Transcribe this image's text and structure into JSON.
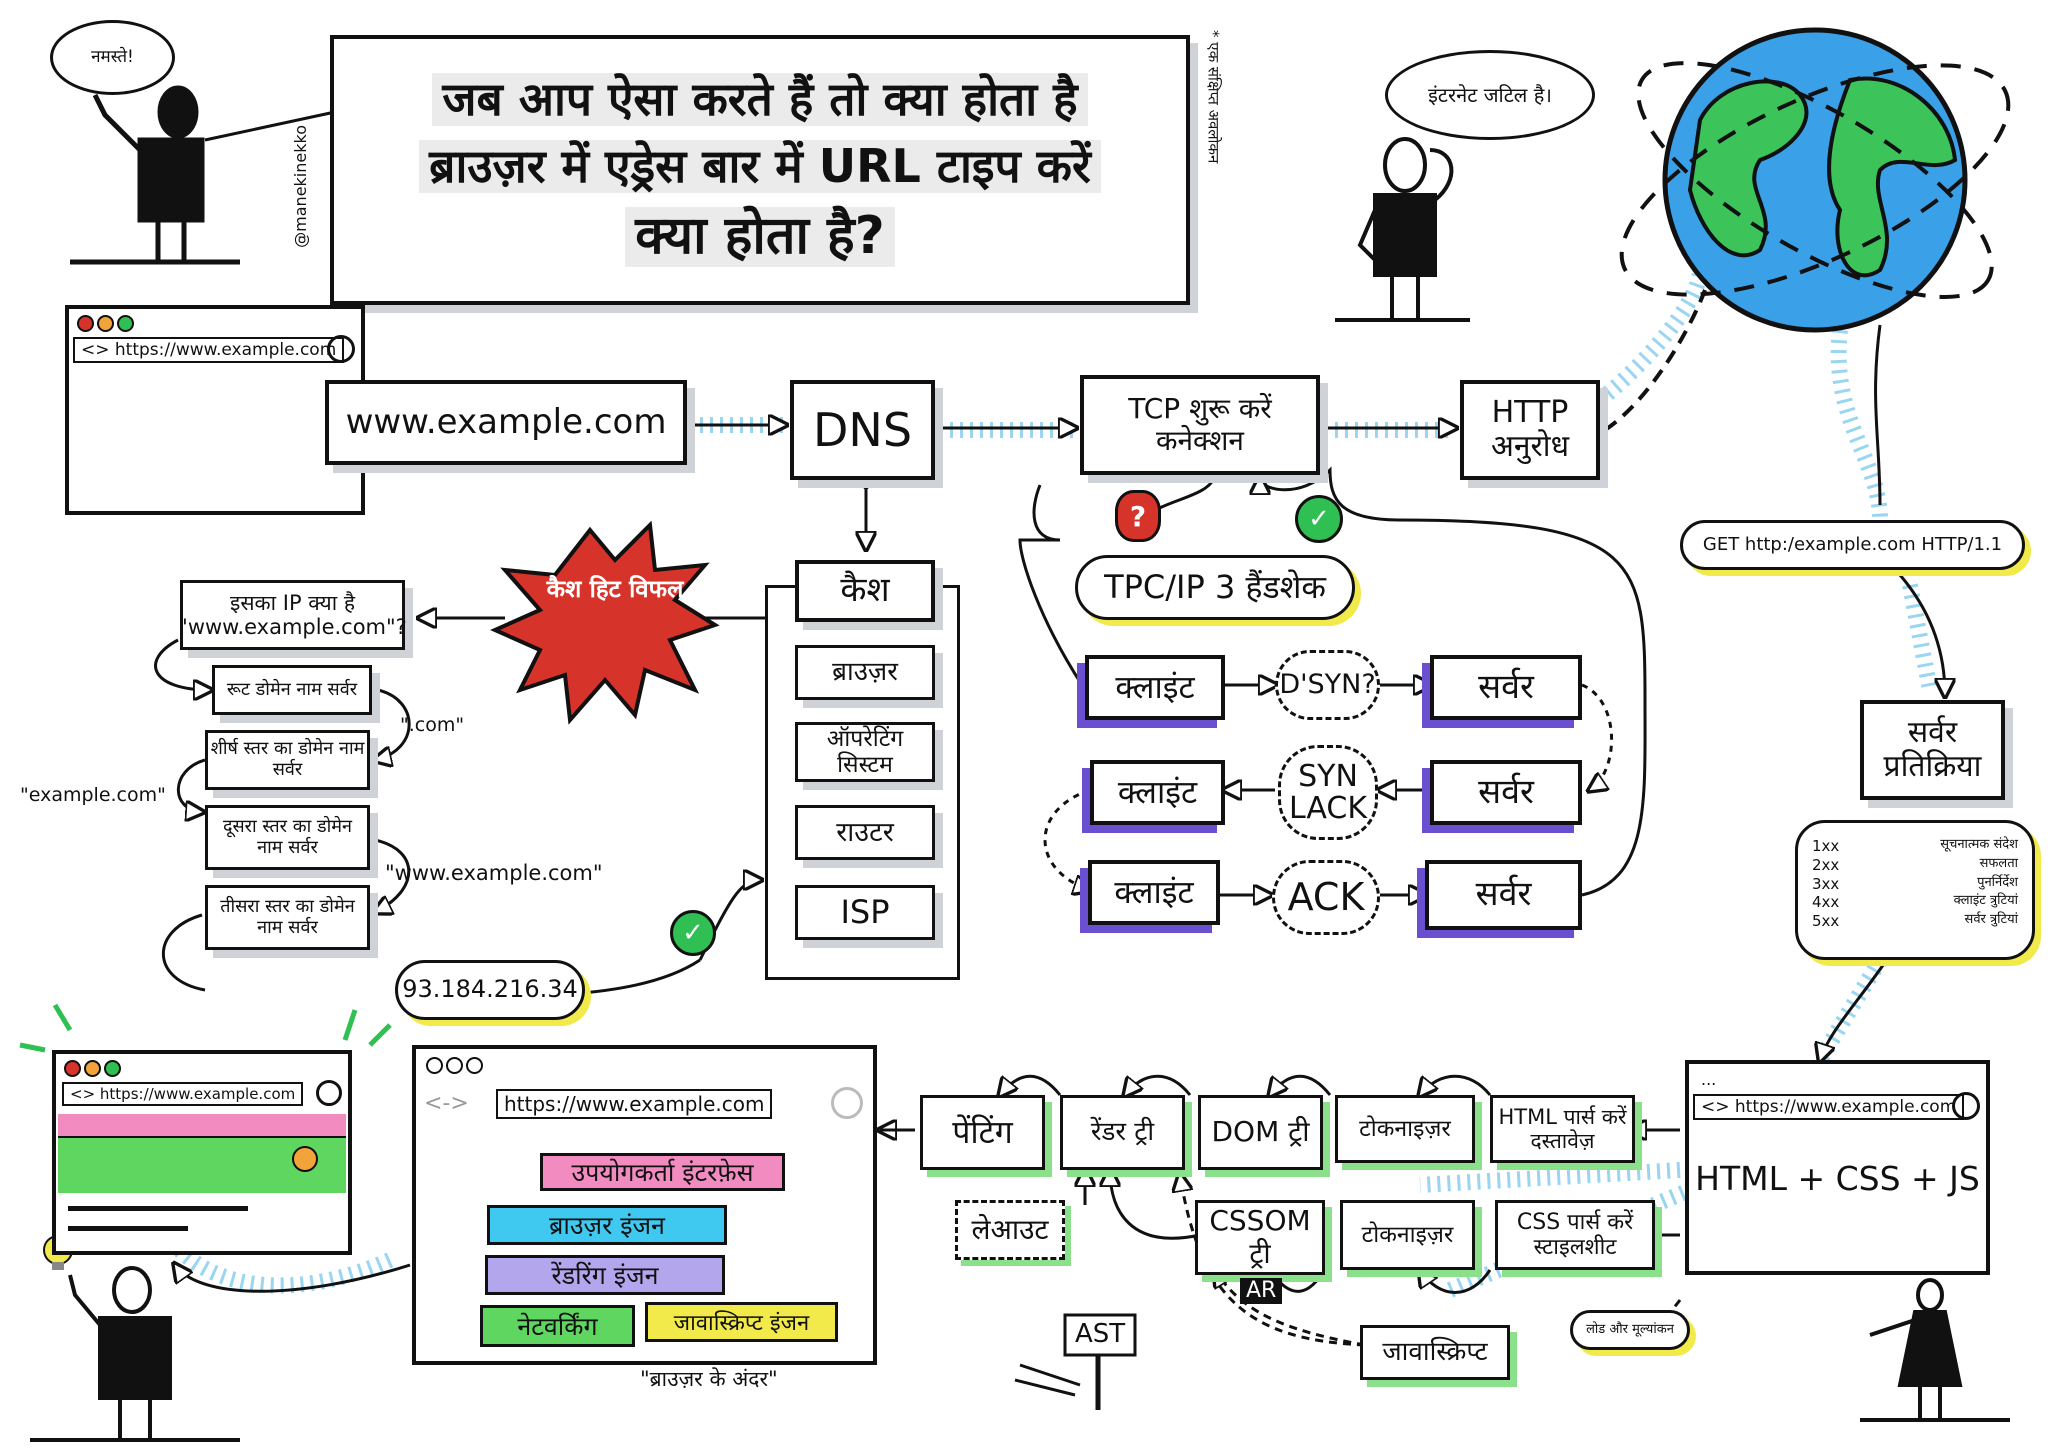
{
  "title": {
    "line1": "जब आप ऐसा करते हैं तो क्या होता है",
    "line2": "ब्राउज़र में एड्रेस बार में URL टाइप करें",
    "line3": "क्या होता है?",
    "side_note": "* एक संक्षिप्त अवलोकन",
    "handle": "@manekinekko"
  },
  "speech": {
    "hello": "नमस्ते!",
    "internet": "इंटरनेट जटिल है।"
  },
  "top_row": {
    "url_bar": "<> https://www.example.com",
    "url_box": "www.example.com",
    "dns": "DNS",
    "tcp": "TCP शुरू करें कनेक्शन",
    "http": "HTTP अनुरोध",
    "get_request": "GET http:/example.com HTTP/1.1"
  },
  "dns_lookup": {
    "burst": "कैश हिट विफल",
    "question": "इसका IP क्या है \"www.example.com\"?",
    "root": "रूट डोमेन नाम सर्वर",
    "com": "\".com\"",
    "tld": "शीर्ष स्तर का डोमेन नाम सर्वर",
    "example_com": "\"example.com\"",
    "sld": "दूसरा स्तर का डोमेन नाम सर्वर",
    "www_example_com": "\"www.example.com\"",
    "third": "तीसरा स्तर का डोमेन नाम सर्वर",
    "ip": "93.184.216.34"
  },
  "cache": {
    "title": "कैश",
    "items": [
      "ब्राउज़र",
      "ऑपरेटिंग सिस्टम",
      "राउटर",
      "ISP"
    ]
  },
  "handshake": {
    "title": "TPC/IP 3 हैंडशेक",
    "question_mark": "?",
    "client": "क्लाइंट",
    "server": "सर्वर",
    "syn": "D'SYN?",
    "synack": "SYN LACK",
    "ack": "ACK"
  },
  "response": {
    "title": "सर्वर प्रतिक्रिया",
    "codes": [
      {
        "code": "1xx",
        "label": "सूचनात्मक संदेश"
      },
      {
        "code": "2xx",
        "label": "सफलता"
      },
      {
        "code": "3xx",
        "label": "पुनर्निर्देश"
      },
      {
        "code": "4xx",
        "label": "क्लाइंट त्रुटियां"
      },
      {
        "code": "5xx",
        "label": "सर्वर त्रुटियां"
      }
    ]
  },
  "render": {
    "browser_url": "<> https://www.example.com",
    "dots": "...",
    "html_css_js": "HTML + CSS + JS",
    "parse_html": "HTML पार्स करें दस्तावेज़",
    "tokenizer": "टोकनाइज़र",
    "dom": "DOM ट्री",
    "render_tree": "रेंडर ट्री",
    "painting": "पेंटिंग",
    "layout": "लेआउट",
    "parse_css": "CSS पार्स करें स्टाइलशीट",
    "cssom": "CSSOM ट्री",
    "ar": "AR",
    "javascript": "जावास्क्रिप्ट",
    "load_eval": "लोड और मूल्यांकन",
    "ast": "AST"
  },
  "inside_browser": {
    "url": "https://www.example.com",
    "caption": "\"ब्राउज़र के अंदर\"",
    "ui": "उपयोगकर्ता इंटरफ़ेस",
    "browser_engine": "ब्राउज़र इंजन",
    "rendering_engine": "रेंडरिंग इंजन",
    "networking": "नेटवर्किंग",
    "js_engine": "जावास्क्रिप्ट इंजन"
  },
  "final_browser": {
    "url": "<> https://www.example.com"
  },
  "colors": {
    "green": "#2fbf52",
    "red": "#d6332b",
    "purple": "#6a4fd0",
    "yellow": "#f2ea4a",
    "pink": "#f28cc0",
    "cyan": "#3fc8f0",
    "lavender": "#b3a6ec",
    "lime": "#5fd65f",
    "globe_blue": "#3aa0e8",
    "globe_green": "#3cc45a"
  }
}
